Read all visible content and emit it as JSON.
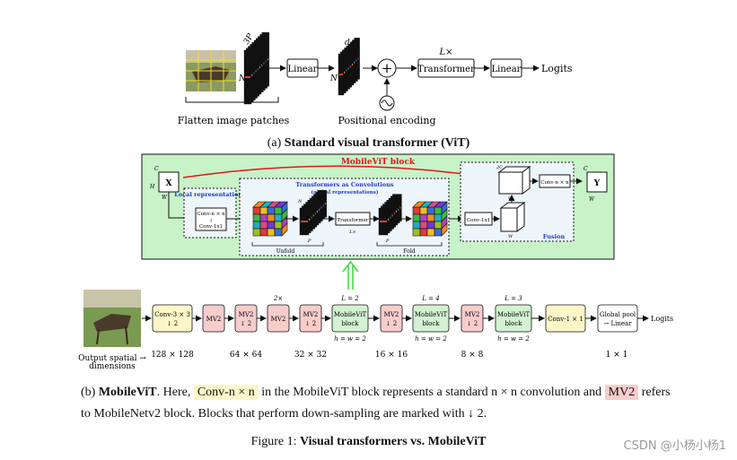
{
  "vit": {
    "flatten_label": "Flatten image patches",
    "dim_3p": "3P",
    "dim_n": "N",
    "linear1": "Linear",
    "dim_d": "d",
    "dim_n2": "N",
    "plus": "+",
    "pos_enc": "Positional encoding",
    "times": "L×",
    "transformer": "Transformer",
    "linear2": "Linear",
    "logits": "Logits",
    "caption_prefix": "(a)",
    "caption_bold": "Standard visual transformer (ViT)"
  },
  "mvit_block": {
    "title": "MobileViT block",
    "x": "X",
    "y": "Y",
    "local_title": "Local representations",
    "conv_nn": "Conv-n × n",
    "conv_1x1": "Conv-1x1",
    "tac_title": "Transformers as Convolutions",
    "tac_sub": "(global representations)",
    "transformer": "Transformer",
    "l_times": "L×",
    "unfold": "Unfold",
    "fold": "Fold",
    "conv1x1_b": "Conv-1x1",
    "conv_nn_b": "Conv-n × n",
    "fusion": "Fusion",
    "dim_c": "C",
    "dim_h": "H",
    "dim_w": "W",
    "dim_p": "P",
    "dim_n": "N",
    "dim_d": "d",
    "dim_2c": "2C"
  },
  "pipeline": {
    "out_label_1": "Output spatial →",
    "out_label_2": "dimensions",
    "blocks": [
      {
        "l1": "Conv-3 × 3",
        "l2": "↓ 2",
        "top": "",
        "bottom": ""
      },
      {
        "l1": "MV2",
        "l2": "",
        "top": "",
        "bottom": ""
      },
      {
        "l1": "MV2",
        "l2": "↓ 2",
        "top": "",
        "bottom": ""
      },
      {
        "l1": "MV2",
        "l2": "",
        "top": "2×",
        "bottom": ""
      },
      {
        "l1": "MV2",
        "l2": "↓ 2",
        "top": "",
        "bottom": ""
      },
      {
        "l1": "MobileViT",
        "l2": "block",
        "top": "L = 2",
        "bottom": "h = w = 2"
      },
      {
        "l1": "MV2",
        "l2": "↓ 2",
        "top": "",
        "bottom": ""
      },
      {
        "l1": "MobileViT",
        "l2": "block",
        "top": "L = 4",
        "bottom": "h = w = 2"
      },
      {
        "l1": "MV2",
        "l2": "↓ 2",
        "top": "",
        "bottom": ""
      },
      {
        "l1": "MobileViT",
        "l2": "block",
        "top": "L = 3",
        "bottom": "h = w = 2"
      },
      {
        "l1": "Conv-1 × 1",
        "l2": "",
        "top": "",
        "bottom": ""
      },
      {
        "l1": "Global pool",
        "l2": "→ Linear",
        "top": "",
        "bottom": ""
      }
    ],
    "logits": "Logits",
    "dims": [
      "128 × 128",
      "64 × 64",
      "32 × 32",
      "16 × 16",
      "8 × 8",
      "1 × 1"
    ]
  },
  "caption_b": {
    "prefix": "(b)",
    "bold": "MobileViT",
    "t1": ". Here,",
    "hl_conv": "Conv-n × n",
    "t2": "in the MobileViT block represents a standard n × n convolution and",
    "hl_mv2": "MV2",
    "t3": "refers to MobileNetv2 block. Blocks that perform down-sampling are marked with ↓ 2."
  },
  "figure_caption": {
    "prefix": "Figure 1:",
    "bold": "Visual transformers vs. MobileViT"
  },
  "watermark": "CSDN @小杨小杨1",
  "colors": {
    "green_panel": "#c8f2c8",
    "blue_panel": "#eef6fb",
    "red_title": "#e01818",
    "blue_title": "#1a3acc",
    "yellow_block": "#fdf6c8",
    "pink_block": "#f9cccc",
    "green_block": "#d2f2d2"
  }
}
